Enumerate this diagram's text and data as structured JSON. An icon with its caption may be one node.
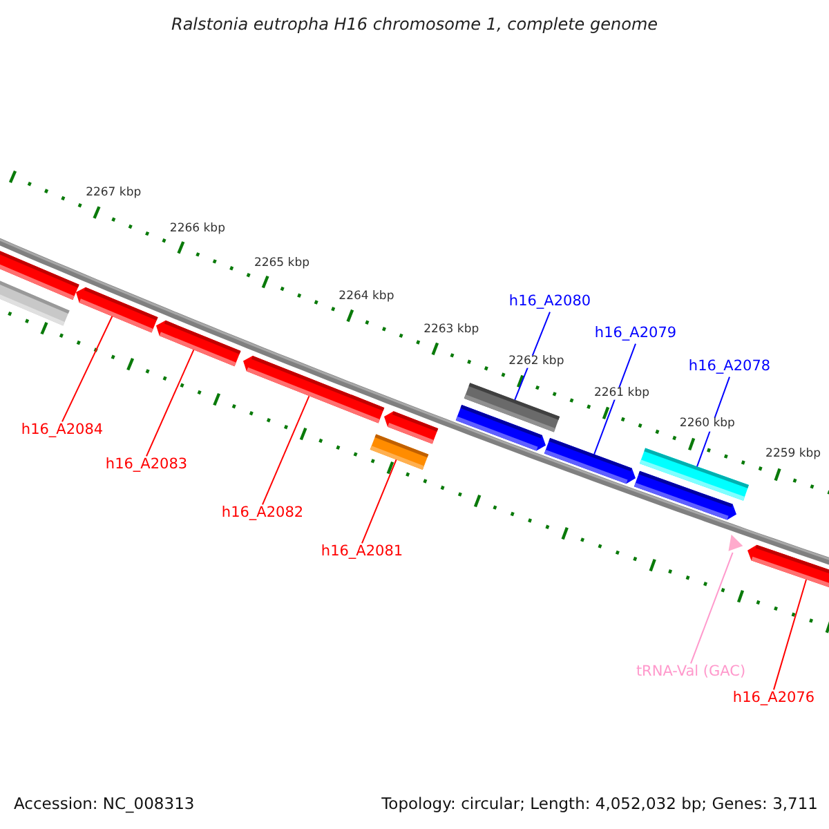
{
  "diagram": {
    "title": "Ralstonia eutropha H16 chromosome 1, complete genome",
    "nodes": [
      {
        "text": [
          "h16_A2084"
        ]
      },
      {
        "text": [
          "h16_A2083"
        ]
      },
      {
        "text": [
          "h16_A2082"
        ]
      },
      {
        "text": [
          "h16_A2081"
        ]
      },
      {
        "text": [
          "h16_A2080"
        ]
      },
      {
        "text": [
          "h16_A2079"
        ]
      },
      {
        "text": [
          "h16_A2078"
        ]
      },
      {
        "text": [
          "tRNA-Val (GAC)"
        ]
      },
      {
        "text": [
          "h16_A2076"
        ]
      },
      {
        "text": [],
        "shape": "arrow"
      },
      {
        "text": [],
        "shape": "arrow"
      },
      {
        "text": [],
        "shape": "arrow"
      },
      {
        "text": [],
        "shape": "arrow"
      },
      {
        "text": [],
        "shape": "arrow"
      },
      {
        "text": [],
        "shape": "arrow"
      },
      {
        "text": [],
        "shape": "arrow"
      },
      {
        "text": [],
        "shape": "arrow"
      },
      {
        "text": [],
        "shape": "arrow"
      },
      {
        "text": [],
        "shape": "arrow"
      },
      {
        "text": [],
        "shape": "arrow"
      },
      {
        "text": [],
        "shape": "arrow"
      },
      {
        "text": [],
        "shape": "triangle"
      },
      {
        "text": [],
        "shape": "arrow"
      }
    ],
    "edges": [
      {
        "from": 0,
        "to": 11,
        "arrow": "none"
      },
      {
        "from": 1,
        "to": 12,
        "arrow": "none"
      },
      {
        "from": 2,
        "to": 13,
        "arrow": "none"
      },
      {
        "from": 3,
        "to": 15,
        "arrow": "none"
      },
      {
        "from": 4,
        "to": 17,
        "arrow": "none",
        "color": "#0000ff"
      },
      {
        "from": 5,
        "to": 18,
        "arrow": "none",
        "color": "#0000ff"
      },
      {
        "from": 6,
        "to": 20,
        "arrow": "none",
        "color": "#0000ff"
      },
      {
        "from": 7,
        "to": 21,
        "arrow": "none",
        "color": "#ff99cc"
      },
      {
        "from": 8,
        "to": 22,
        "arrow": "none"
      }
    ],
    "labels": [
      "2267 kbp",
      "2266 kbp",
      "2265 kbp",
      "2264 kbp",
      "2263 kbp",
      "2262 kbp",
      "2261 kbp",
      "2260 kbp",
      "2259 kbp",
      "Accession: NC_008313",
      "Topology: circular; Length: 4,052,032 bp; Genes: 3,711"
    ]
  }
}
